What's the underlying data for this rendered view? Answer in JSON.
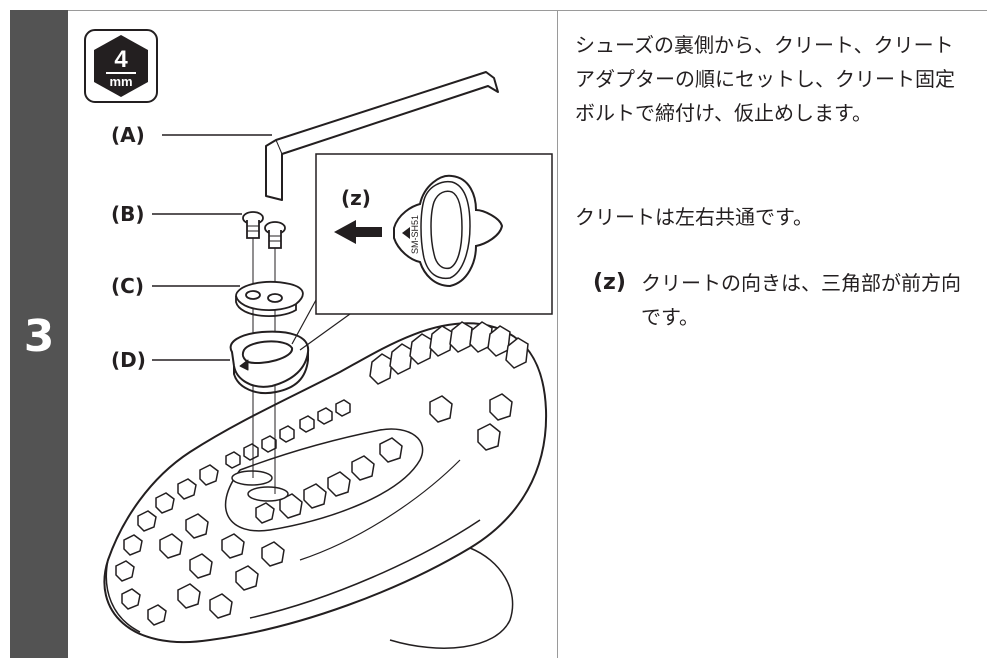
{
  "step": {
    "number": "3"
  },
  "tool": {
    "size_value": "4",
    "size_unit": "mm",
    "icon": "hex-key-size-badge"
  },
  "illustration": {
    "labels": {
      "a": "(A)",
      "b": "(B)",
      "c": "(C)",
      "d": "(D)",
      "z": "(z)"
    },
    "cleat_marking": "SM-SH51",
    "icons": [
      "hex-wrench",
      "cleat-bolt",
      "cleat-adapter",
      "cleat",
      "shoe-sole",
      "direction-arrow",
      "triangle-mark"
    ]
  },
  "instructions": {
    "paragraph_1": "シューズの裏側から、クリート、クリートアダプターの順にセットし、クリート固定ボルトで締付け、仮止めします。",
    "paragraph_2": "クリートは左右共通です。",
    "note_tag": "(z)",
    "note_text": "クリートの向きは、三角部が前方向です。"
  },
  "colors": {
    "step_bar": "#535353",
    "text": "#231f20",
    "rule": "#9a9a9a"
  }
}
